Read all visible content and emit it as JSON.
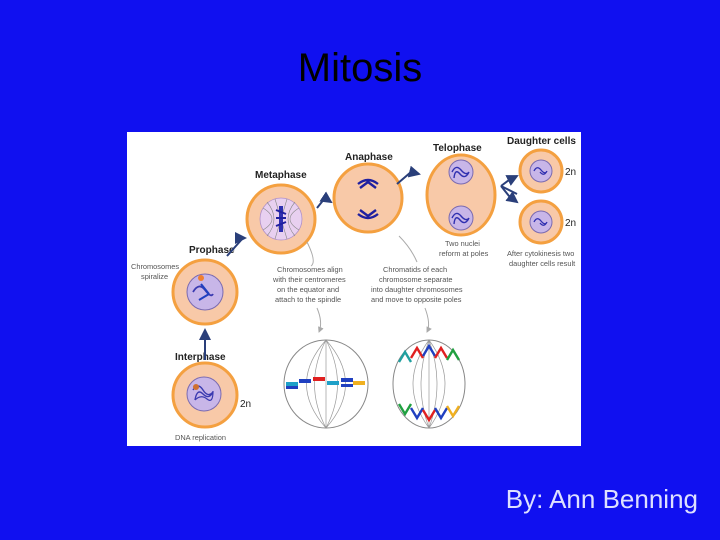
{
  "slide": {
    "title": "Mitosis",
    "byline": "By: Ann Benning"
  },
  "diagram": {
    "stages": {
      "interphase": "Interphase",
      "prophase": "Prophase",
      "metaphase": "Metaphase",
      "anaphase": "Anaphase",
      "telophase": "Telophase",
      "daughter_cells": "Daughter cells"
    },
    "notes": {
      "dna_replication": "DNA replication",
      "chromosomes_spiralize": [
        "Chromosomes",
        "spiralize"
      ],
      "metaphase_note": [
        "Chromosomes align",
        "with their centromeres",
        "on the equator and",
        "attach to the spindle"
      ],
      "anaphase_note": [
        "Chromatids of each",
        "chromosome separate",
        "into daughter chromosomes",
        "and move to opposite poles"
      ],
      "telophase_note": [
        "Two nuclei",
        "reform at poles"
      ],
      "daughter_note": [
        "After cytokinesis two",
        "daughter cells result"
      ]
    },
    "ploidy": {
      "interphase": "2n",
      "daughter_top": "2n",
      "daughter_bottom": "2n"
    }
  },
  "colors": {
    "background": "#1010f0",
    "cell_fill": "#f8c9a8",
    "cell_border": "#f4a040",
    "nucleus": "#c8b6e8",
    "arrow": "#2a3f7a"
  }
}
